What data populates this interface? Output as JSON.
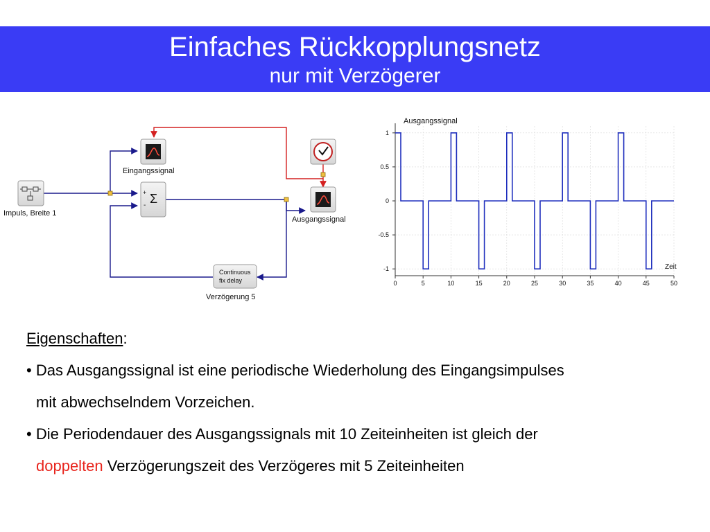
{
  "header": {
    "title": "Einfaches Rückkopplungsnetz",
    "subtitle": "nur mit Verzögerer",
    "color": "#3a3cf5"
  },
  "diagram": {
    "labels": {
      "input_scope": "Eingangssignal",
      "source": "Impuls, Breite 1",
      "output_scope": "Ausgangssignal",
      "delay_line1": "Continuous",
      "delay_line2": "fix delay",
      "delay_caption": "Verzögerung 5",
      "sum_symbol": "Σ",
      "sum_plus": "+",
      "sum_minus": "-"
    },
    "wire_color": "#1a1a8c",
    "clock_wire_color": "#d42020"
  },
  "chart_data": {
    "type": "line",
    "title": "Ausgangssignal",
    "xlabel": "Zeit",
    "ylabel": "",
    "xlim": [
      0,
      50
    ],
    "ylim": [
      -1.1,
      1.1
    ],
    "xticks": [
      "0",
      "5",
      "10",
      "15",
      "20",
      "25",
      "30",
      "35",
      "40",
      "45",
      "50"
    ],
    "yticks": [
      "1",
      "0.5",
      "0",
      "-0.5",
      "-1"
    ],
    "grid": true,
    "series": [
      {
        "color": "#1f2fbd",
        "x": [
          0,
          1,
          1,
          5,
          5,
          6,
          6,
          10,
          10,
          11,
          11,
          15,
          15,
          16,
          16,
          20,
          20,
          21,
          21,
          25,
          25,
          26,
          26,
          30,
          30,
          31,
          31,
          35,
          35,
          36,
          36,
          40,
          40,
          41,
          41,
          45,
          45,
          46,
          46,
          50
        ],
        "y": [
          1,
          1,
          0,
          0,
          -1,
          -1,
          0,
          0,
          1,
          1,
          0,
          0,
          -1,
          -1,
          0,
          0,
          1,
          1,
          0,
          0,
          -1,
          -1,
          0,
          0,
          1,
          1,
          0,
          0,
          -1,
          -1,
          0,
          0,
          1,
          1,
          0,
          0,
          -1,
          -1,
          0,
          0
        ]
      }
    ]
  },
  "properties": {
    "heading": "Eigenschaften",
    "heading_colon": ":",
    "bullet1_line1": "• Das Ausgangssignal ist eine periodische Wiederholung des Eingangsimpulses",
    "bullet1_line2": "mit abwechselndem Vorzeichen.",
    "bullet2_line1": "• Die Periodendauer des Ausgangssignals mit 10 Zeiteinheiten ist gleich der",
    "bullet2_highlight": "doppelten",
    "bullet2_rest": " Verzögerungszeit des Verzögeres mit 5 Zeiteinheiten",
    "highlight_color": "#e8241c"
  }
}
